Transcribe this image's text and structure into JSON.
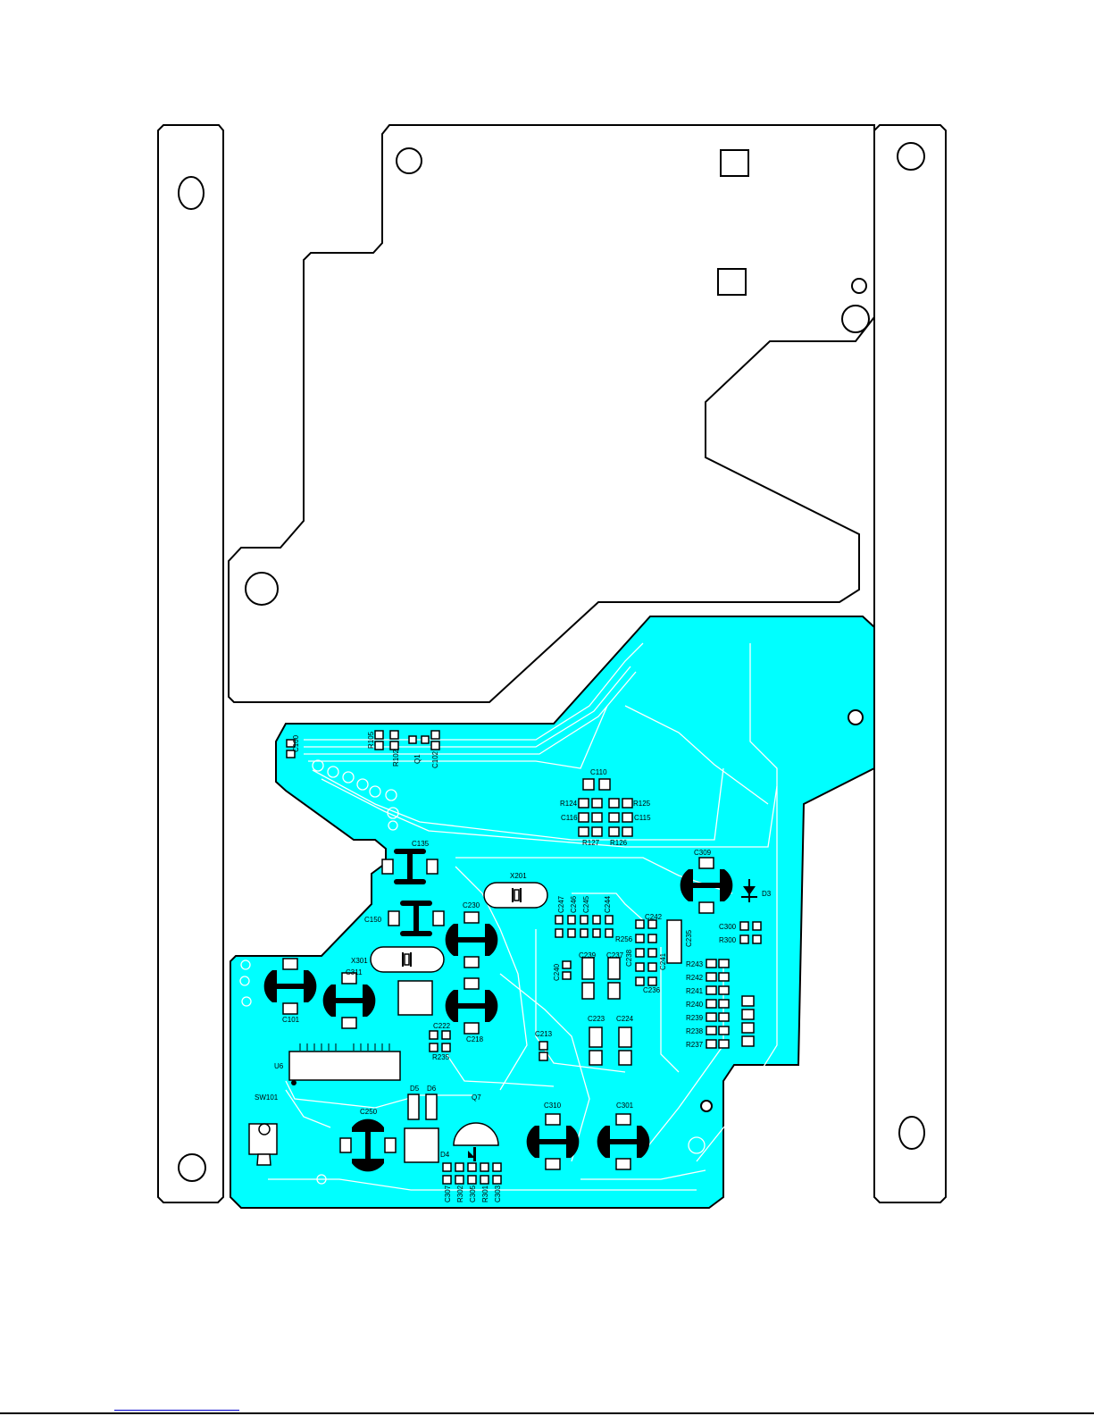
{
  "labels": {
    "r105": "R105",
    "c100": "C100",
    "r102": "R102",
    "q1": "Q1",
    "c102": "C102",
    "c110": "C110",
    "r124": "R124",
    "r125": "R125",
    "c116": "C116",
    "c115": "C115",
    "r127": "R127",
    "r126": "R126",
    "c135": "C135",
    "c150": "C150",
    "x201": "X201",
    "c230": "C230",
    "c309": "C309",
    "d3": "D3",
    "c300": "C300",
    "r300": "R300",
    "c247": "C247",
    "c246": "C246",
    "c245": "C245",
    "c244": "C244",
    "c242": "C242",
    "r256": "R256",
    "c235": "C235",
    "c239": "C239",
    "c237": "C237",
    "c238": "C238",
    "c241": "C241",
    "c240": "C240",
    "c236": "C236",
    "x301": "X301",
    "c311": "C311",
    "c101": "C101",
    "c222": "C222",
    "r235": "R235",
    "c218": "C218",
    "c213": "C213",
    "c223": "C223",
    "c224": "C224",
    "r243": "R243",
    "r242": "R242",
    "r241": "R241",
    "r240": "R240",
    "r239": "R239",
    "r238": "R238",
    "r237": "R237",
    "u6": "U6",
    "d5": "D5",
    "d6": "D6",
    "sw101": "SW101",
    "c250": "C250",
    "q7": "Q7",
    "d4": "D4",
    "c310": "C310",
    "c301": "C301",
    "c307": "C307",
    "r302": "R302",
    "c305": "C305",
    "r301": "R301",
    "c303": "C303"
  },
  "colors": {
    "board": "#00ffff",
    "outline": "#000000",
    "link": "#0000cc"
  },
  "footer": {
    "link_text": ""
  }
}
